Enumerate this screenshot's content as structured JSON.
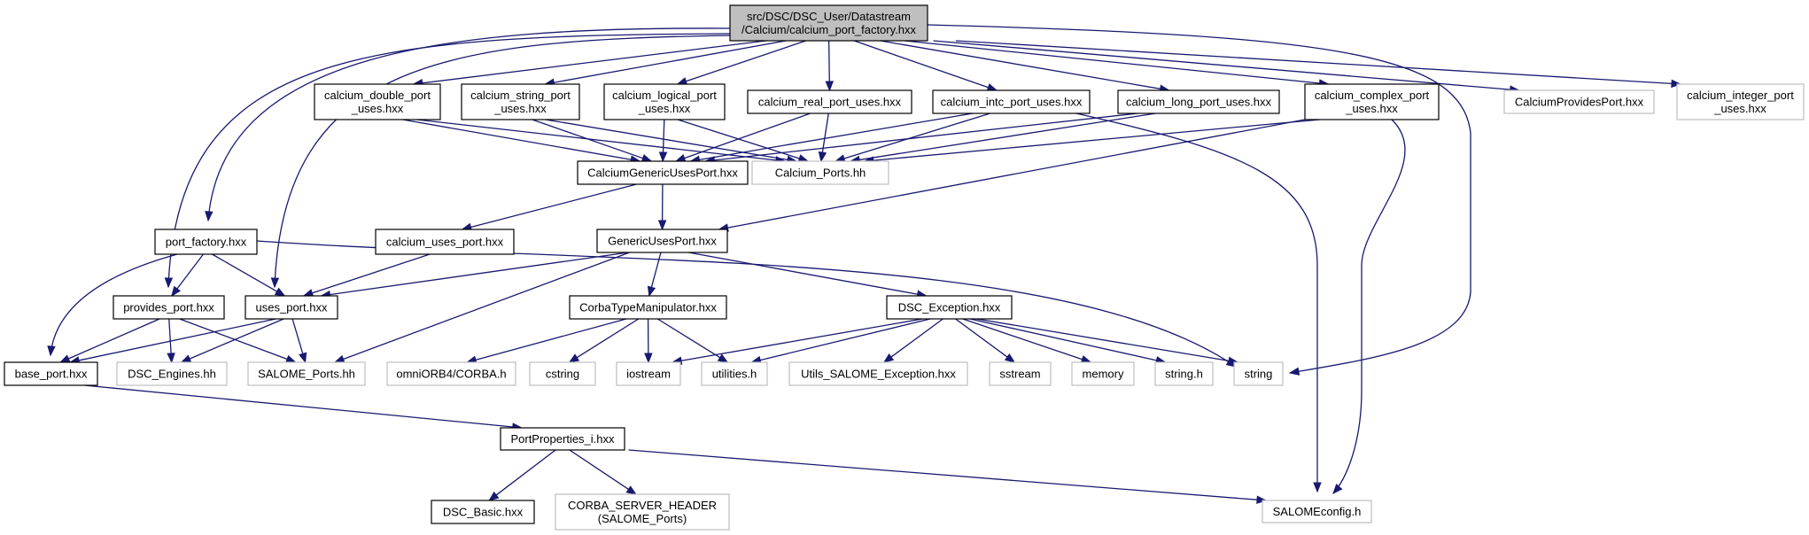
{
  "title": "Include dependency graph for calcium_port_factory.hxx",
  "colors": {
    "edge": "#191970",
    "root_fill": "#bfbfbf",
    "documented_border": "#000000",
    "external_border": "#bfbfbf"
  },
  "nodes": [
    {
      "id": "root",
      "kind": "root",
      "lines": [
        "src/DSC/DSC_User/Datastream",
        "/Calcium/calcium_port_factory.hxx"
      ]
    },
    {
      "id": "double",
      "kind": "doc",
      "lines": [
        "calcium_double_port",
        "_uses.hxx"
      ]
    },
    {
      "id": "string_uses",
      "kind": "doc",
      "lines": [
        "calcium_string_port",
        "_uses.hxx"
      ]
    },
    {
      "id": "logical",
      "kind": "doc",
      "lines": [
        "calcium_logical_port",
        "_uses.hxx"
      ]
    },
    {
      "id": "real",
      "kind": "doc",
      "lines": [
        "calcium_real_port_uses.hxx"
      ]
    },
    {
      "id": "intc",
      "kind": "doc",
      "lines": [
        "calcium_intc_port_uses.hxx"
      ]
    },
    {
      "id": "long",
      "kind": "doc",
      "lines": [
        "calcium_long_port_uses.hxx"
      ]
    },
    {
      "id": "complex",
      "kind": "doc",
      "lines": [
        "calcium_complex_port",
        "_uses.hxx"
      ]
    },
    {
      "id": "provides_calc",
      "kind": "undoc",
      "lines": [
        "CalciumProvidesPort.hxx"
      ]
    },
    {
      "id": "integer",
      "kind": "undoc",
      "lines": [
        "calcium_integer_port",
        "_uses.hxx"
      ]
    },
    {
      "id": "generic_calc",
      "kind": "doc",
      "lines": [
        "CalciumGenericUsesPort.hxx"
      ]
    },
    {
      "id": "calcium_ports",
      "kind": "undoc",
      "lines": [
        "Calcium_Ports.hh"
      ]
    },
    {
      "id": "port_factory",
      "kind": "doc",
      "lines": [
        "port_factory.hxx"
      ]
    },
    {
      "id": "calcium_uses_port",
      "kind": "doc",
      "lines": [
        "calcium_uses_port.hxx"
      ]
    },
    {
      "id": "generic_uses",
      "kind": "doc",
      "lines": [
        "GenericUsesPort.hxx"
      ]
    },
    {
      "id": "provides_port",
      "kind": "doc",
      "lines": [
        "provides_port.hxx"
      ]
    },
    {
      "id": "uses_port",
      "kind": "doc",
      "lines": [
        "uses_port.hxx"
      ]
    },
    {
      "id": "corba_type",
      "kind": "doc",
      "lines": [
        "CorbaTypeManipulator.hxx"
      ]
    },
    {
      "id": "dsc_exception",
      "kind": "doc",
      "lines": [
        "DSC_Exception.hxx"
      ]
    },
    {
      "id": "base_port",
      "kind": "doc",
      "lines": [
        "base_port.hxx"
      ]
    },
    {
      "id": "dsc_engines",
      "kind": "undoc",
      "lines": [
        "DSC_Engines.hh"
      ]
    },
    {
      "id": "salome_ports",
      "kind": "undoc",
      "lines": [
        "SALOME_Ports.hh"
      ]
    },
    {
      "id": "omniorb",
      "kind": "undoc",
      "lines": [
        "omniORB4/CORBA.h"
      ]
    },
    {
      "id": "cstring",
      "kind": "undoc",
      "lines": [
        "cstring"
      ]
    },
    {
      "id": "iostream",
      "kind": "undoc",
      "lines": [
        "iostream"
      ]
    },
    {
      "id": "utilities",
      "kind": "undoc",
      "lines": [
        "utilities.h"
      ]
    },
    {
      "id": "utils_exc",
      "kind": "undoc",
      "lines": [
        "Utils_SALOME_Exception.hxx"
      ]
    },
    {
      "id": "sstream",
      "kind": "undoc",
      "lines": [
        "sstream"
      ]
    },
    {
      "id": "memory",
      "kind": "undoc",
      "lines": [
        "memory"
      ]
    },
    {
      "id": "string_h",
      "kind": "undoc",
      "lines": [
        "string.h"
      ]
    },
    {
      "id": "string",
      "kind": "undoc",
      "lines": [
        "string"
      ]
    },
    {
      "id": "port_props",
      "kind": "doc",
      "lines": [
        "PortProperties_i.hxx"
      ]
    },
    {
      "id": "dsc_basic",
      "kind": "doc",
      "lines": [
        "DSC_Basic.hxx"
      ]
    },
    {
      "id": "corba_server",
      "kind": "undoc",
      "lines": [
        "CORBA_SERVER_HEADER",
        "(SALOME_Ports)"
      ]
    },
    {
      "id": "salomeconfig",
      "kind": "undoc",
      "lines": [
        "SALOMEconfig.h"
      ]
    }
  ],
  "edges": [
    [
      "root",
      "double"
    ],
    [
      "root",
      "string_uses"
    ],
    [
      "root",
      "logical"
    ],
    [
      "root",
      "real"
    ],
    [
      "root",
      "intc"
    ],
    [
      "root",
      "long"
    ],
    [
      "root",
      "complex"
    ],
    [
      "root",
      "provides_calc"
    ],
    [
      "root",
      "integer"
    ],
    [
      "root",
      "port_factory"
    ],
    [
      "root",
      "provides_port"
    ],
    [
      "root",
      "uses_port"
    ],
    [
      "root",
      "string"
    ],
    [
      "double",
      "generic_calc"
    ],
    [
      "double",
      "calcium_ports"
    ],
    [
      "string_uses",
      "generic_calc"
    ],
    [
      "string_uses",
      "calcium_ports"
    ],
    [
      "logical",
      "generic_calc"
    ],
    [
      "logical",
      "calcium_ports"
    ],
    [
      "real",
      "generic_calc"
    ],
    [
      "real",
      "calcium_ports"
    ],
    [
      "intc",
      "generic_calc"
    ],
    [
      "intc",
      "calcium_ports"
    ],
    [
      "intc",
      "salomeconfig"
    ],
    [
      "long",
      "generic_calc"
    ],
    [
      "long",
      "calcium_ports"
    ],
    [
      "complex",
      "calcium_ports"
    ],
    [
      "complex",
      "generic_uses"
    ],
    [
      "complex",
      "salomeconfig"
    ],
    [
      "generic_calc",
      "calcium_uses_port"
    ],
    [
      "generic_calc",
      "generic_uses"
    ],
    [
      "calcium_uses_port",
      "uses_port"
    ],
    [
      "port_factory",
      "provides_port"
    ],
    [
      "port_factory",
      "uses_port"
    ],
    [
      "port_factory",
      "base_port"
    ],
    [
      "port_factory",
      "string"
    ],
    [
      "generic_uses",
      "uses_port"
    ],
    [
      "generic_uses",
      "salome_ports"
    ],
    [
      "generic_uses",
      "corba_type"
    ],
    [
      "generic_uses",
      "dsc_exception"
    ],
    [
      "provides_port",
      "base_port"
    ],
    [
      "provides_port",
      "dsc_engines"
    ],
    [
      "provides_port",
      "salome_ports"
    ],
    [
      "uses_port",
      "base_port"
    ],
    [
      "uses_port",
      "dsc_engines"
    ],
    [
      "uses_port",
      "salome_ports"
    ],
    [
      "corba_type",
      "omniorb"
    ],
    [
      "corba_type",
      "cstring"
    ],
    [
      "corba_type",
      "iostream"
    ],
    [
      "corba_type",
      "utilities"
    ],
    [
      "dsc_exception",
      "iostream"
    ],
    [
      "dsc_exception",
      "utilities"
    ],
    [
      "dsc_exception",
      "utils_exc"
    ],
    [
      "dsc_exception",
      "sstream"
    ],
    [
      "dsc_exception",
      "memory"
    ],
    [
      "dsc_exception",
      "string_h"
    ],
    [
      "dsc_exception",
      "string"
    ],
    [
      "base_port",
      "port_props"
    ],
    [
      "port_props",
      "dsc_basic"
    ],
    [
      "port_props",
      "corba_server"
    ],
    [
      "port_props",
      "salomeconfig"
    ]
  ]
}
